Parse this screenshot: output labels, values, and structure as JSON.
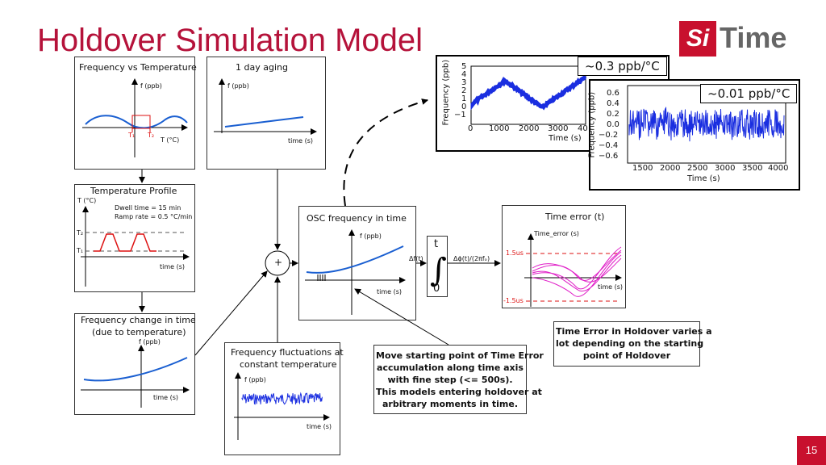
{
  "title": "Holdover Simulation Model",
  "logo": {
    "left": "Si",
    "right": "Time"
  },
  "page_number": "15",
  "panels": {
    "freq_vs_temp": {
      "title": "Frequency vs Temperature",
      "ylabel": "f (ppb)",
      "xlabel": "T (°C)",
      "t1": "T₁",
      "t2": "T₂"
    },
    "aging": {
      "title": "1 day aging",
      "ylabel": "f (ppb)",
      "xlabel": "time (s)"
    },
    "temp_profile": {
      "title": "Temperature Profile",
      "ylabel": "T (°C)",
      "dwell": "Dwell time = 15 min",
      "ramp": "Ramp rate = 0.5 °C/min",
      "t2": "T₂",
      "t1": "T₁",
      "xlabel": "time (s)"
    },
    "freq_change": {
      "title_line1": "Frequency change in time",
      "title_line2": "(due to temperature)",
      "ylabel": "f (ppb)",
      "xlabel": "time (s)"
    },
    "fluct": {
      "title_line1": "Frequency fluctuations at",
      "title_line2": "constant temperature",
      "ylabel": "f (ppb)",
      "xlabel": "time (s)"
    },
    "osc": {
      "title": "OSC frequency in time",
      "ylabel": "f (ppb)",
      "xlabel": "time (s)"
    },
    "integrator": {
      "upper": "t",
      "lower": "0",
      "input": "Δf(t)",
      "output": "Δϕ(t)/(2πfₒ)"
    },
    "sum": {
      "symbol": "+"
    },
    "time_error": {
      "title": "Time error (t)",
      "ylabel": "Time_error (s)",
      "pos": "1.5us",
      "neg": "-1.5us",
      "xlabel": "time (s)"
    }
  },
  "callouts": {
    "starting_point": [
      "Move starting point of Time Error",
      "accumulation along time axis",
      "with fine step (<= 500s).",
      "This models entering holdover at",
      "arbitrary moments in time."
    ],
    "holdover": [
      "Time Error in Holdover varies a",
      "lot depending on the starting",
      "point of Holdover"
    ]
  },
  "tags": {
    "a": "~0.3 ppb/°C",
    "b": "~0.01 ppb/°C"
  },
  "plot_a": {
    "ylabel": "Frequency (ppb)",
    "xlabel": "Time (s)",
    "yticks": [
      "5",
      "4",
      "3",
      "2",
      "1",
      "0",
      "−1"
    ],
    "xticks": [
      "0",
      "1000",
      "2000",
      "3000",
      "40"
    ]
  },
  "plot_b": {
    "ylabel": "Frequency (ppb)",
    "xlabel": "Time (s)",
    "yticks": [
      "0.6",
      "0.4",
      "0.2",
      "0.0",
      "−0.2",
      "−0.4",
      "−0.6"
    ],
    "xticks": [
      "1500",
      "2000",
      "2500",
      "3000",
      "3500",
      "4000"
    ]
  },
  "colors": {
    "accent": "#b5123a",
    "curve": "#1a5fd1",
    "noise": "#1a2ee0",
    "red": "#d11",
    "magenta": "#e020c8"
  }
}
